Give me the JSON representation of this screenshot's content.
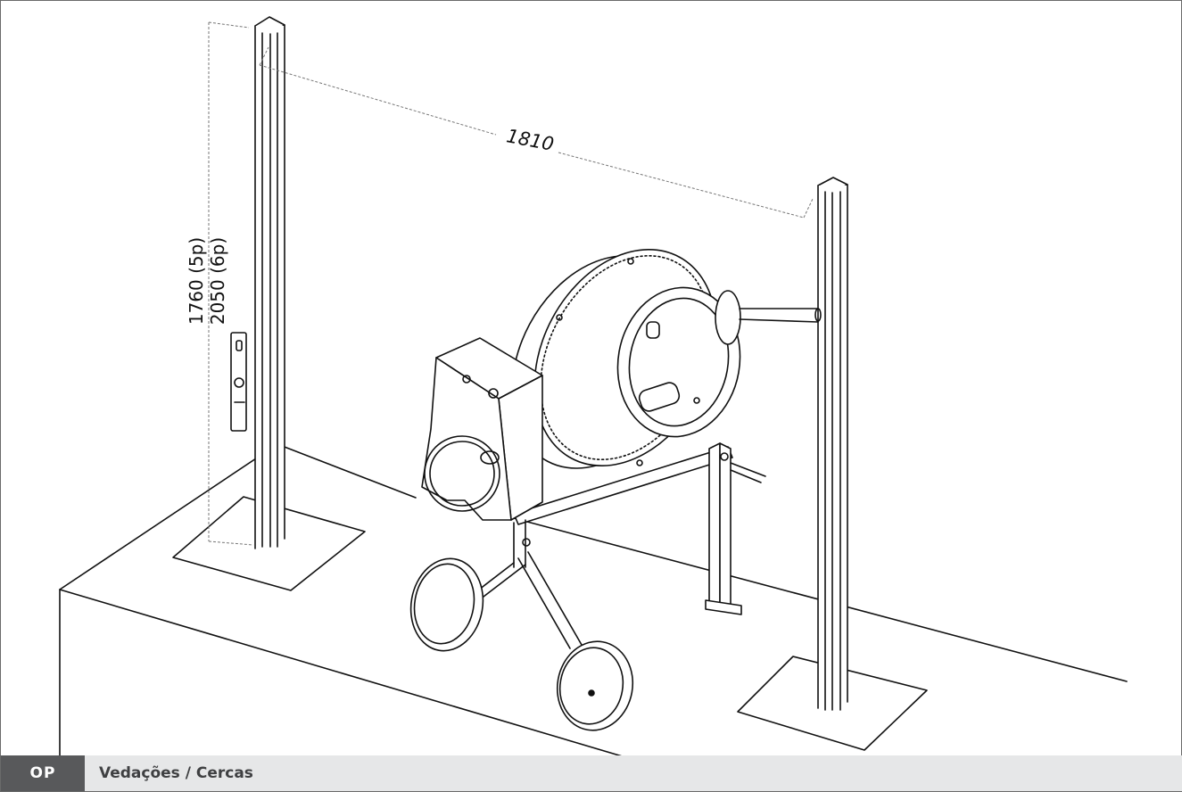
{
  "footer": {
    "code": "OP",
    "title": "Vedações / Cercas"
  },
  "dimensions": {
    "post_spacing": "1810",
    "height_5p": "1760 (5p)",
    "height_6p": "2050 (6p)"
  },
  "colors": {
    "footer_code_bg": "#58595b",
    "footer_bar_bg": "#e6e7e8",
    "line": "#111111"
  }
}
